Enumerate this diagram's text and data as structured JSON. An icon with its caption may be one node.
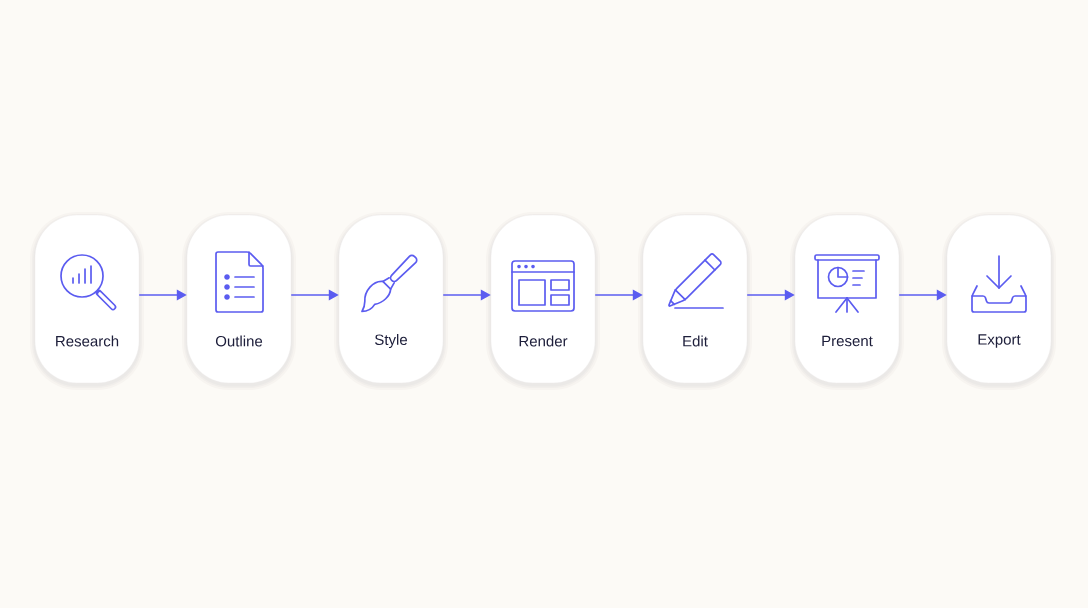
{
  "diagram": {
    "nodes": [
      {
        "text": [
          "Research"
        ]
      },
      {
        "text": [
          "Outline"
        ]
      },
      {
        "text": [
          "Style"
        ]
      },
      {
        "text": [
          "Render"
        ]
      },
      {
        "text": [
          "Edit"
        ]
      },
      {
        "text": [
          "Present"
        ]
      },
      {
        "text": [
          "Export"
        ]
      }
    ],
    "edges": [
      {
        "from": 0,
        "to": 1,
        "arrow": "to"
      },
      {
        "from": 1,
        "to": 2,
        "arrow": "to"
      },
      {
        "from": 2,
        "to": 3,
        "arrow": "to"
      },
      {
        "from": 3,
        "to": 4,
        "arrow": "to"
      },
      {
        "from": 4,
        "to": 5,
        "arrow": "to"
      },
      {
        "from": 5,
        "to": 6,
        "arrow": "to"
      }
    ]
  }
}
